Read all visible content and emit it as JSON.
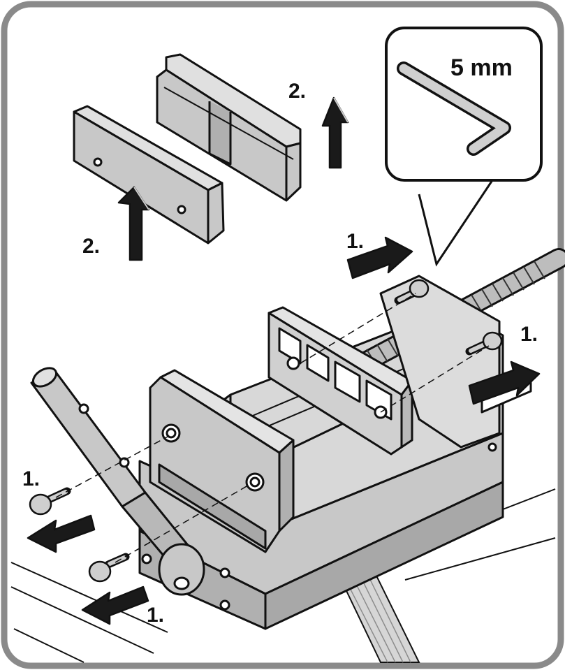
{
  "diagram": {
    "tool_size": "5 mm",
    "steps": {
      "upper_left_jaw": "2.",
      "upper_right_jaw": "2.",
      "top_screw_right": "1.",
      "side_screw_right": "1.",
      "front_screw_upper_left": "1.",
      "front_screw_lower_left": "1."
    },
    "colors": {
      "frame": "#8a8a8a",
      "part_fill": "#c8c8c8",
      "part_fill_dark": "#a8a8a8",
      "outline": "#111111",
      "arrow_fill": "#1a1a1a"
    },
    "icons": [
      "hex-key-icon",
      "arrow-up-icon",
      "arrow-right-icon",
      "arrow-left-icon",
      "screw-icon"
    ]
  }
}
